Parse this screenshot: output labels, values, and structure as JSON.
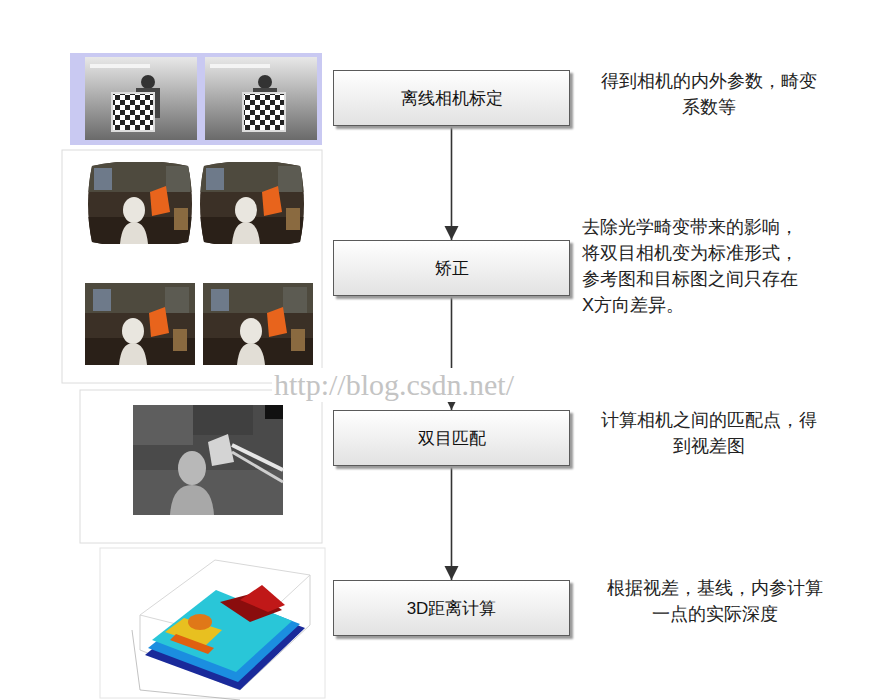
{
  "diagram": {
    "nodes": [
      {
        "text": [
          "离线相机标定"
        ]
      },
      {
        "text": [
          "矫正"
        ]
      },
      {
        "text": [
          "双目匹配"
        ]
      },
      {
        "text": [
          "3D距离计算"
        ]
      }
    ],
    "edges": [
      {
        "from": 0,
        "to": 1,
        "arrow": "to"
      },
      {
        "from": 1,
        "to": 2,
        "arrow": "to"
      },
      {
        "from": 2,
        "to": 3,
        "arrow": "to"
      }
    ],
    "labels": [
      "得到相机的内外参数，畸变系数等",
      "去除光学畸变带来的影响，将双目相机变为标准形式，参考图和目标图之间只存在X方向差异。",
      "计算相机之间的匹配点，得到视差图",
      "根据视差，基线，内参计算一点的实际深度",
      "http://blog.csdn.net/"
    ]
  }
}
